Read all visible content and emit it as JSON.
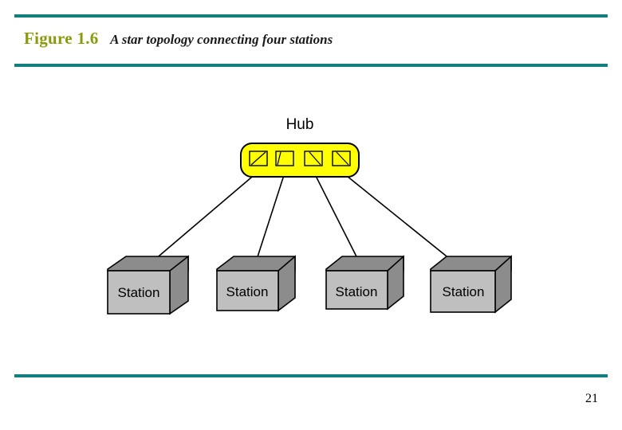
{
  "slide": {
    "figure_label": "Figure 1.6",
    "figure_caption": "A star topology connecting four stations",
    "page_number": "21",
    "accent_color": "#13807e",
    "label_color": "#8a9a0b"
  },
  "diagram": {
    "type": "network-topology",
    "topology": "star",
    "hub": {
      "label": "Hub",
      "fill_color": "#ffff00",
      "port_count": 4
    },
    "stations": [
      {
        "label": "Station"
      },
      {
        "label": "Station"
      },
      {
        "label": "Station"
      },
      {
        "label": "Station"
      }
    ],
    "station_fill_color": "#bfbfbf",
    "station_top_color": "#8c8c8c",
    "link_color": "#000000",
    "link_count": 4
  }
}
